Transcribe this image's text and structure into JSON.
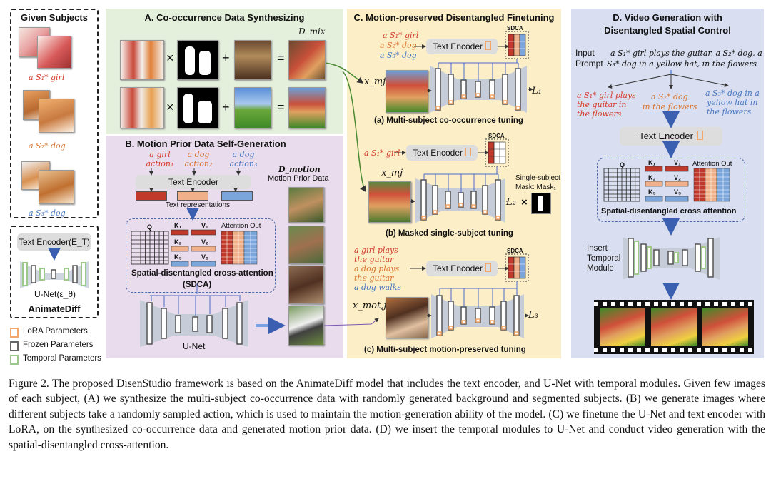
{
  "subjects": {
    "title": "Given Subjects",
    "s1": "a S₁* girl",
    "s2": "a S₂* dog",
    "s3": "a S₃* dog"
  },
  "animatediff": {
    "encoder": "Text Encoder(E_T)",
    "unet": "U-Net(ε_θ)",
    "title": "AnimateDiff"
  },
  "legend": {
    "lora": "LoRA Parameters",
    "frozen": "Frozen Parameters",
    "temporal": "Temporal Parameters",
    "lora_color": "#f4a76a",
    "frozen_color": "#666666",
    "temporal_color": "#9cc98a"
  },
  "panelA": {
    "title": "A. Co-occurrence Data Synthesizing",
    "dmix": "D_mix",
    "times": "×",
    "plus": "+",
    "equals": "="
  },
  "panelB": {
    "title": "B. Motion Prior Data Self-Generation",
    "a1": "a girl action₁",
    "a2": "a dog action₂",
    "a3": "a dog action₃",
    "encoder": "Text Encoder",
    "reps": "Text representations",
    "q": "Q",
    "k1": "K₁",
    "v1": "V₁",
    "k2": "K₂",
    "v2": "V₂",
    "k3": "K₃",
    "v3": "V₃",
    "attn": "Attention Out",
    "sdca1": "Spatial-disentangled cross-attention",
    "sdca2": "(SDCA)",
    "unet": "U-Net",
    "dmotion": "D_motion",
    "motion_label": "Motion Prior Data"
  },
  "panelC": {
    "title": "C. Motion-preserved Disentangled Finetuning",
    "p1": [
      "a S₁* girl",
      "a S₂* dog",
      "a S₃* dog"
    ],
    "encoder": "Text Encoder",
    "sdca": "SDCA",
    "xmj": "x_mj",
    "l1": "L₁",
    "cap_a": "(a) Multi-subject co-occurrence tuning",
    "p2": "a S₁* girl",
    "l2": "L₂",
    "mask1": "Single-subject",
    "mask2": "Mask: Mask₁",
    "cap_b": "(b) Masked single-subject tuning",
    "p3": [
      "a girl plays",
      "the guitar",
      "a dog plays",
      "the guitar",
      "a dog walks"
    ],
    "xmot": "x_mot,j",
    "l3": "L₃",
    "cap_c": "(c) Multi-subject motion-preserved tuning"
  },
  "panelD": {
    "title1": "D. Video Generation with",
    "title2": "Disentangled Spatial Control",
    "input1": "Input",
    "input2": "Prompt",
    "prompt1": "a S₁* girl plays the guitar, a S₂* dog, a",
    "prompt2": "S₃* dog in a yellow hat, in the flowers",
    "d1": [
      "a S₁* girl plays",
      "the guitar in",
      "the flowers"
    ],
    "d2": [
      "a S₂* dog",
      "in the flowers"
    ],
    "d3": [
      "a S₃* dog in a",
      "yellow hat in",
      "the flowers"
    ],
    "encoder": "Text Encoder",
    "q": "Q",
    "k1": "K₁",
    "v1": "V₁",
    "k2": "K₂",
    "v2": "V₂",
    "k3": "K₃",
    "v3": "V₃",
    "attn": "Attention Out",
    "sdca": "Spatial-disentangled cross attention",
    "ins1": "Insert",
    "ins2": "Temporal",
    "ins3": "Module"
  },
  "caption": "Figure 2. The proposed DisenStudio framework is based on the AnimateDiff model that includes the text encoder, and U-Net with temporal modules. Given few images of each subject, (A) we synthesize the multi-subject co-occurrence data with randomly generated background and segmented subjects. (B) we generate images where different subjects take a randomly sampled action, which is used to maintain the motion-generation ability of the model. (C) we finetune the U-Net and text encoder with LoRA, on the synthesized co-occurrence data and generated motion prior data. (D) we insert the temporal modules to U-Net and conduct video generation with the spatial-disentangled cross-attention."
}
